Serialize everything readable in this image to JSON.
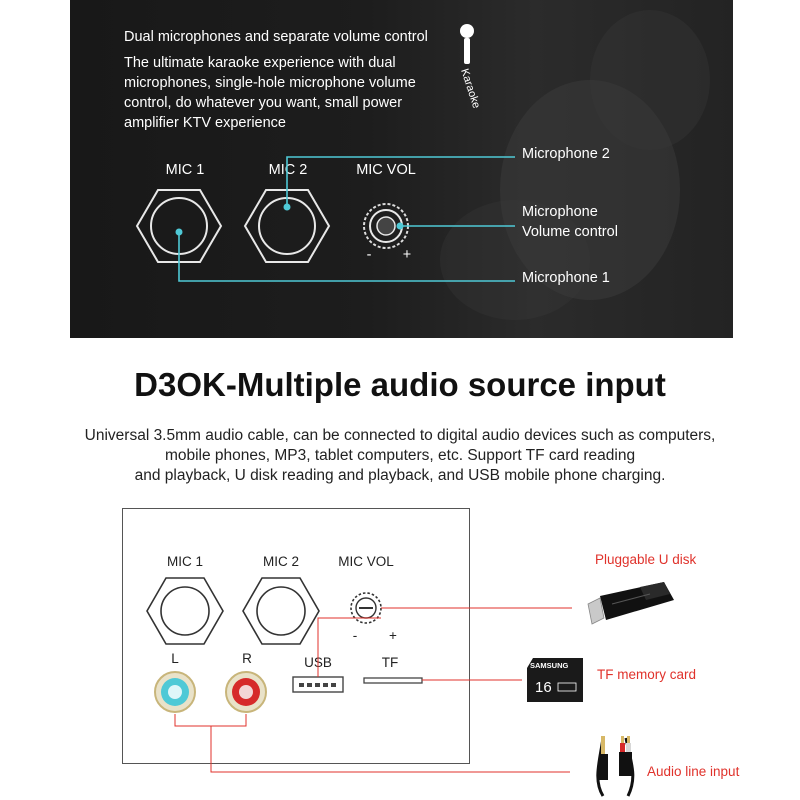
{
  "top": {
    "title": "Dual microphones and separate volume control",
    "body_lines": [
      "The ultimate karaoke experience with dual",
      "microphones, single-hole microphone volume",
      "control, do whatever you want, small power",
      "amplifier KTV experience"
    ],
    "badge": "Karaoke",
    "jacks": {
      "mic1": "MIC 1",
      "mic2": "MIC 2",
      "micvol": "MIC VOL",
      "minus": "-",
      "plus": "+"
    },
    "callouts": {
      "mic2": "Microphone 2",
      "vol_line1": "Microphone",
      "vol_line2": "Volume control",
      "mic1": "Microphone 1"
    }
  },
  "middle": {
    "heading": "D3OK-Multiple audio source input",
    "desc_lines": [
      "Universal 3.5mm audio cable, can be connected to digital audio devices such as computers,",
      "mobile phones, MP3, tablet computers, etc. Support TF card reading",
      "and playback, U disk reading and playback, and USB mobile phone charging."
    ]
  },
  "bottom": {
    "labels": {
      "mic1": "MIC 1",
      "mic2": "MIC 2",
      "micvol": "MIC VOL",
      "minus": "-",
      "plus": "+",
      "left": "L",
      "right": "R",
      "usb": "USB",
      "tf": "TF"
    },
    "callouts": {
      "udisk": "Pluggable U disk",
      "tf": "TF memory card",
      "audio": "Audio line input"
    },
    "sd_card": {
      "brand": "SAMSUNG",
      "capacity": "16"
    }
  },
  "colors": {
    "accent_cyan": "#4fc9d6",
    "callout_red": "#e0322b",
    "panel_dark": "#1c1c1c"
  }
}
